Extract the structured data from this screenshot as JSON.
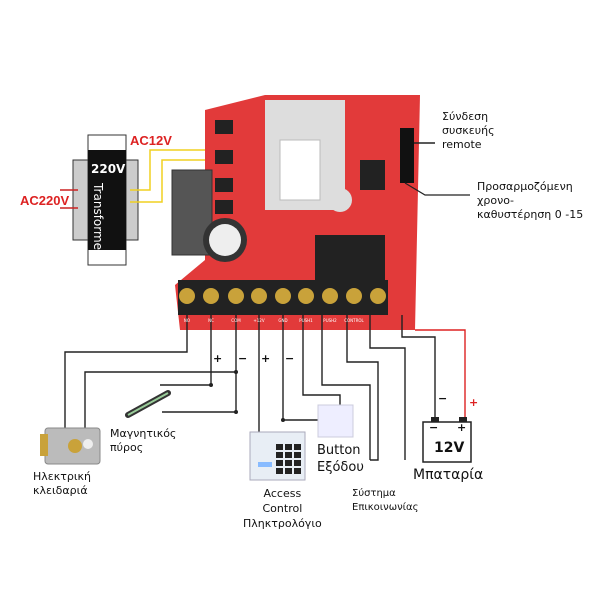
{
  "transformer": {
    "primary_label": "AC220V",
    "secondary_label": "AC12V",
    "body_voltage": "220V",
    "body_text": "Transformer"
  },
  "board": {
    "terminals": [
      "NO",
      "NC",
      "COM",
      "+12V",
      "GND",
      "PUSH1",
      "PUSH2",
      "CONTROL",
      ""
    ]
  },
  "annotations": {
    "remote": [
      "Σύνδεση",
      "συσκευής",
      "remote"
    ],
    "delay": [
      "Προσαρμοζόμενη",
      "χρονο-",
      "καθυστέρηση 0 -15"
    ]
  },
  "polarity": {
    "plus": "+",
    "minus": "−"
  },
  "devices": {
    "lock": [
      "Ηλεκτρική",
      "κλειδαριά"
    ],
    "magnet": [
      "Μαγνητικός",
      "πύρος"
    ],
    "keypad": [
      "Access",
      "Control",
      "Πληκτρολόγιο"
    ],
    "button": [
      "Button",
      "Εξόδου"
    ],
    "comm": [
      "Σύστημα",
      "Επικοινωνίας"
    ],
    "battery": {
      "label": "Μπαταρία",
      "voltage": "12V",
      "minus": "−",
      "plus": "+"
    }
  },
  "colors": {
    "board": "#e23a3a",
    "wire": "#222222",
    "ac_wire": "#f0d020",
    "accent": "#d22222"
  }
}
